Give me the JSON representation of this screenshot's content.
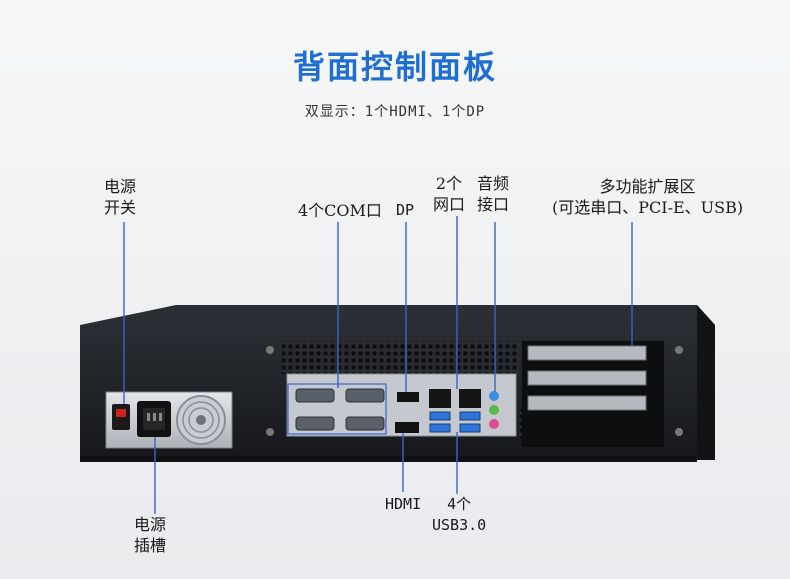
{
  "title": "背面控制面板",
  "subtitle": "双显示：1个HDMI、1个DP",
  "labels": {
    "power_switch": "电源\n开关",
    "com_ports": "4个COM口",
    "dp": "DP",
    "network_ports": "2个\n网口",
    "audio": "音频\n接口",
    "expansion": "多功能扩展区\n(可选串口、PCI-E、USB)",
    "power_socket": "电源\n插槽",
    "hdmi": "HDMI",
    "usb": "4个\nUSB3.0"
  },
  "colors": {
    "title": "#1e6fd1",
    "callout_line": "#3a64c8",
    "chassis": "#1b1d21"
  }
}
